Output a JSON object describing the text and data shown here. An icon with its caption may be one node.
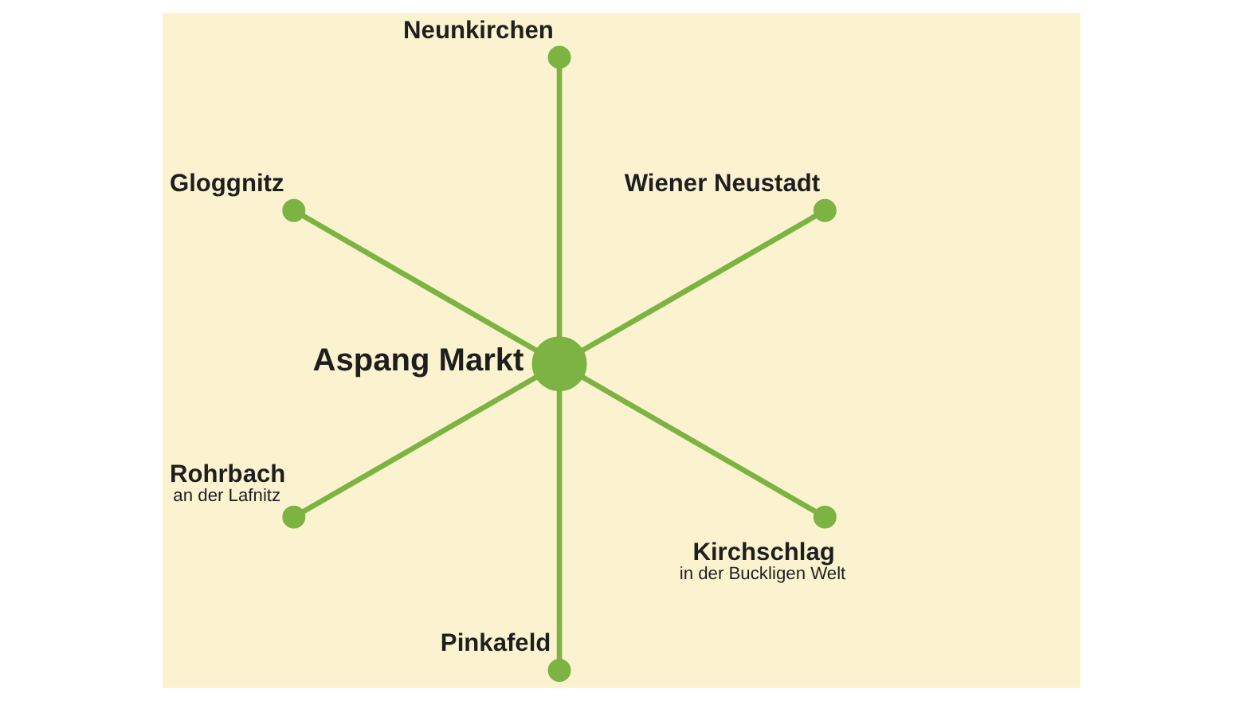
{
  "diagram": {
    "nodes": [
      {
        "text": [
          "Neunkirchen"
        ]
      },
      {
        "text": [
          "Wiener Neustadt"
        ]
      },
      {
        "text": [
          "Gloggnitz"
        ]
      },
      {
        "text": [
          "Aspang Markt"
        ]
      },
      {
        "text": [
          "Kirchschlag",
          "in der Buckligen Welt"
        ]
      },
      {
        "text": [
          "Rohrbach",
          "an der Lafnitz"
        ]
      },
      {
        "text": [
          "Pinkafeld"
        ]
      }
    ],
    "edges": [
      {
        "from": 3,
        "to": 0,
        "arrow": "none"
      },
      {
        "from": 3,
        "to": 1,
        "arrow": "none"
      },
      {
        "from": 3,
        "to": 4,
        "arrow": "none"
      },
      {
        "from": 3,
        "to": 6,
        "arrow": "none"
      },
      {
        "from": 3,
        "to": 5,
        "arrow": "none"
      },
      {
        "from": 3,
        "to": 2,
        "arrow": "none"
      }
    ]
  }
}
